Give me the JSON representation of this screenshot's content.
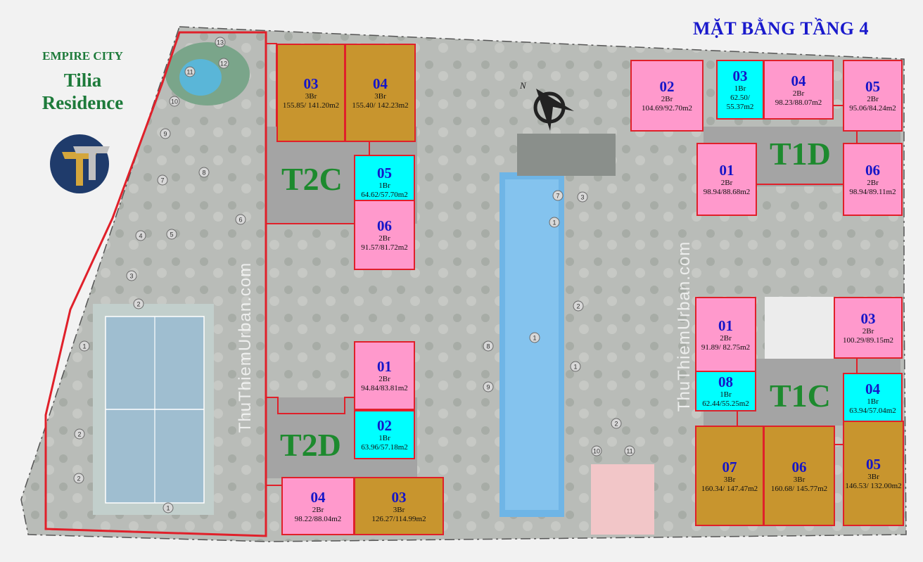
{
  "title": "MẶT BẰNG TẦNG 4",
  "brand": {
    "line1": "EMPIRE CITY",
    "line2": "Tilia",
    "line3": "Residence"
  },
  "watermark": "ThuThiemUrban.com",
  "compass": {
    "label": "N"
  },
  "buildings": [
    {
      "name": "T2C"
    },
    {
      "name": "T2D"
    },
    {
      "name": "T1D"
    },
    {
      "name": "T1C"
    }
  ],
  "units": [
    {
      "id": "T2C-03",
      "num": "03",
      "br": "3Br",
      "area": "155.85/ 141.20m2",
      "color": "gold"
    },
    {
      "id": "T2C-04",
      "num": "04",
      "br": "3Br",
      "area": "155.40/ 142.23m2",
      "color": "gold"
    },
    {
      "id": "T2C-05",
      "num": "05",
      "br": "1Br",
      "area": "64.62/57.70m2",
      "color": "cyan"
    },
    {
      "id": "T2C-06",
      "num": "06",
      "br": "2Br",
      "area": "91.57/81.72m2",
      "color": "pink"
    },
    {
      "id": "T2D-01",
      "num": "01",
      "br": "2Br",
      "area": "94.84/83.81m2",
      "color": "pink"
    },
    {
      "id": "T2D-02",
      "num": "02",
      "br": "1Br",
      "area": "63.96/57.18m2",
      "color": "cyan"
    },
    {
      "id": "T2D-04",
      "num": "04",
      "br": "2Br",
      "area": "98.22/88.04m2",
      "color": "pink"
    },
    {
      "id": "T2D-03",
      "num": "03",
      "br": "3Br",
      "area": "126.27/114.99m2",
      "color": "gold"
    },
    {
      "id": "T1D-02",
      "num": "02",
      "br": "2Br",
      "area": "104.69/92.70m2",
      "color": "pink"
    },
    {
      "id": "T1D-03",
      "num": "03",
      "br": "1Br",
      "area": "62.50/ 55.37m2",
      "color": "cyan"
    },
    {
      "id": "T1D-04",
      "num": "04",
      "br": "2Br",
      "area": "98.23/88.07m2",
      "color": "pink"
    },
    {
      "id": "T1D-05",
      "num": "05",
      "br": "2Br",
      "area": "95.06/84.24m2",
      "color": "pink"
    },
    {
      "id": "T1D-01",
      "num": "01",
      "br": "2Br",
      "area": "98.94/88.68m2",
      "color": "pink"
    },
    {
      "id": "T1D-06",
      "num": "06",
      "br": "2Br",
      "area": "98.94/89.11m2",
      "color": "pink"
    },
    {
      "id": "T1C-01",
      "num": "01",
      "br": "2Br",
      "area": "91.89/ 82.75m2",
      "color": "pink"
    },
    {
      "id": "T1C-03",
      "num": "03",
      "br": "2Br",
      "area": "100.29/89.15m2",
      "color": "pink"
    },
    {
      "id": "T1C-08",
      "num": "08",
      "br": "1Br",
      "area": "62.44/55.25m2",
      "color": "cyan"
    },
    {
      "id": "T1C-04",
      "num": "04",
      "br": "1Br",
      "area": "63.94/57.04m2",
      "color": "cyan"
    },
    {
      "id": "T1C-07",
      "num": "07",
      "br": "3Br",
      "area": "160.34/ 147.47m2",
      "color": "gold"
    },
    {
      "id": "T1C-06",
      "num": "06",
      "br": "3Br",
      "area": "160.68/ 145.77m2",
      "color": "gold"
    },
    {
      "id": "T1C-05",
      "num": "05",
      "br": "3Br",
      "area": "146.53/ 132.00m2",
      "color": "gold"
    }
  ],
  "amenity_markers": [
    "13",
    "12",
    "11",
    "10",
    "9",
    "8",
    "7",
    "6",
    "5",
    "4",
    "3",
    "2",
    "1",
    "1",
    "2",
    "2",
    "1",
    "7",
    "1",
    "8",
    "9",
    "2",
    "10",
    "11",
    "3",
    "1",
    "2"
  ]
}
